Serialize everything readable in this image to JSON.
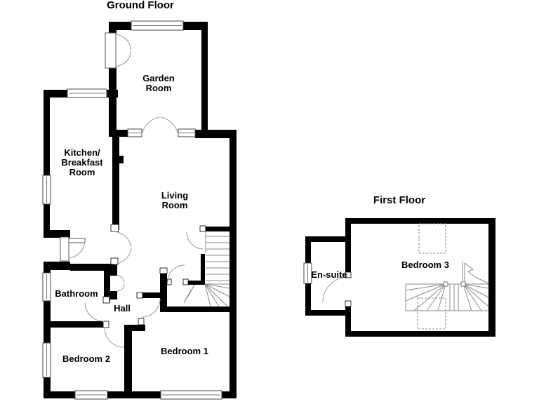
{
  "ground_floor": {
    "title": "Ground Floor",
    "rooms": {
      "garden_room": "Garden\nRoom",
      "kitchen": "Kitchen/\nBreakfast\nRoom",
      "living_room": "Living\nRoom",
      "bathroom": "Bathroom",
      "hall": "Hall",
      "bedroom2": "Bedroom 2",
      "bedroom1": "Bedroom 1"
    }
  },
  "first_floor": {
    "title": "First Floor",
    "rooms": {
      "ensuite": "En-suite",
      "bedroom3": "Bedroom 3"
    }
  },
  "colors": {
    "wall": "#000000",
    "background": "#ffffff",
    "door_arc": "#9a9a9a",
    "stair_line": "#8a8a8a"
  }
}
